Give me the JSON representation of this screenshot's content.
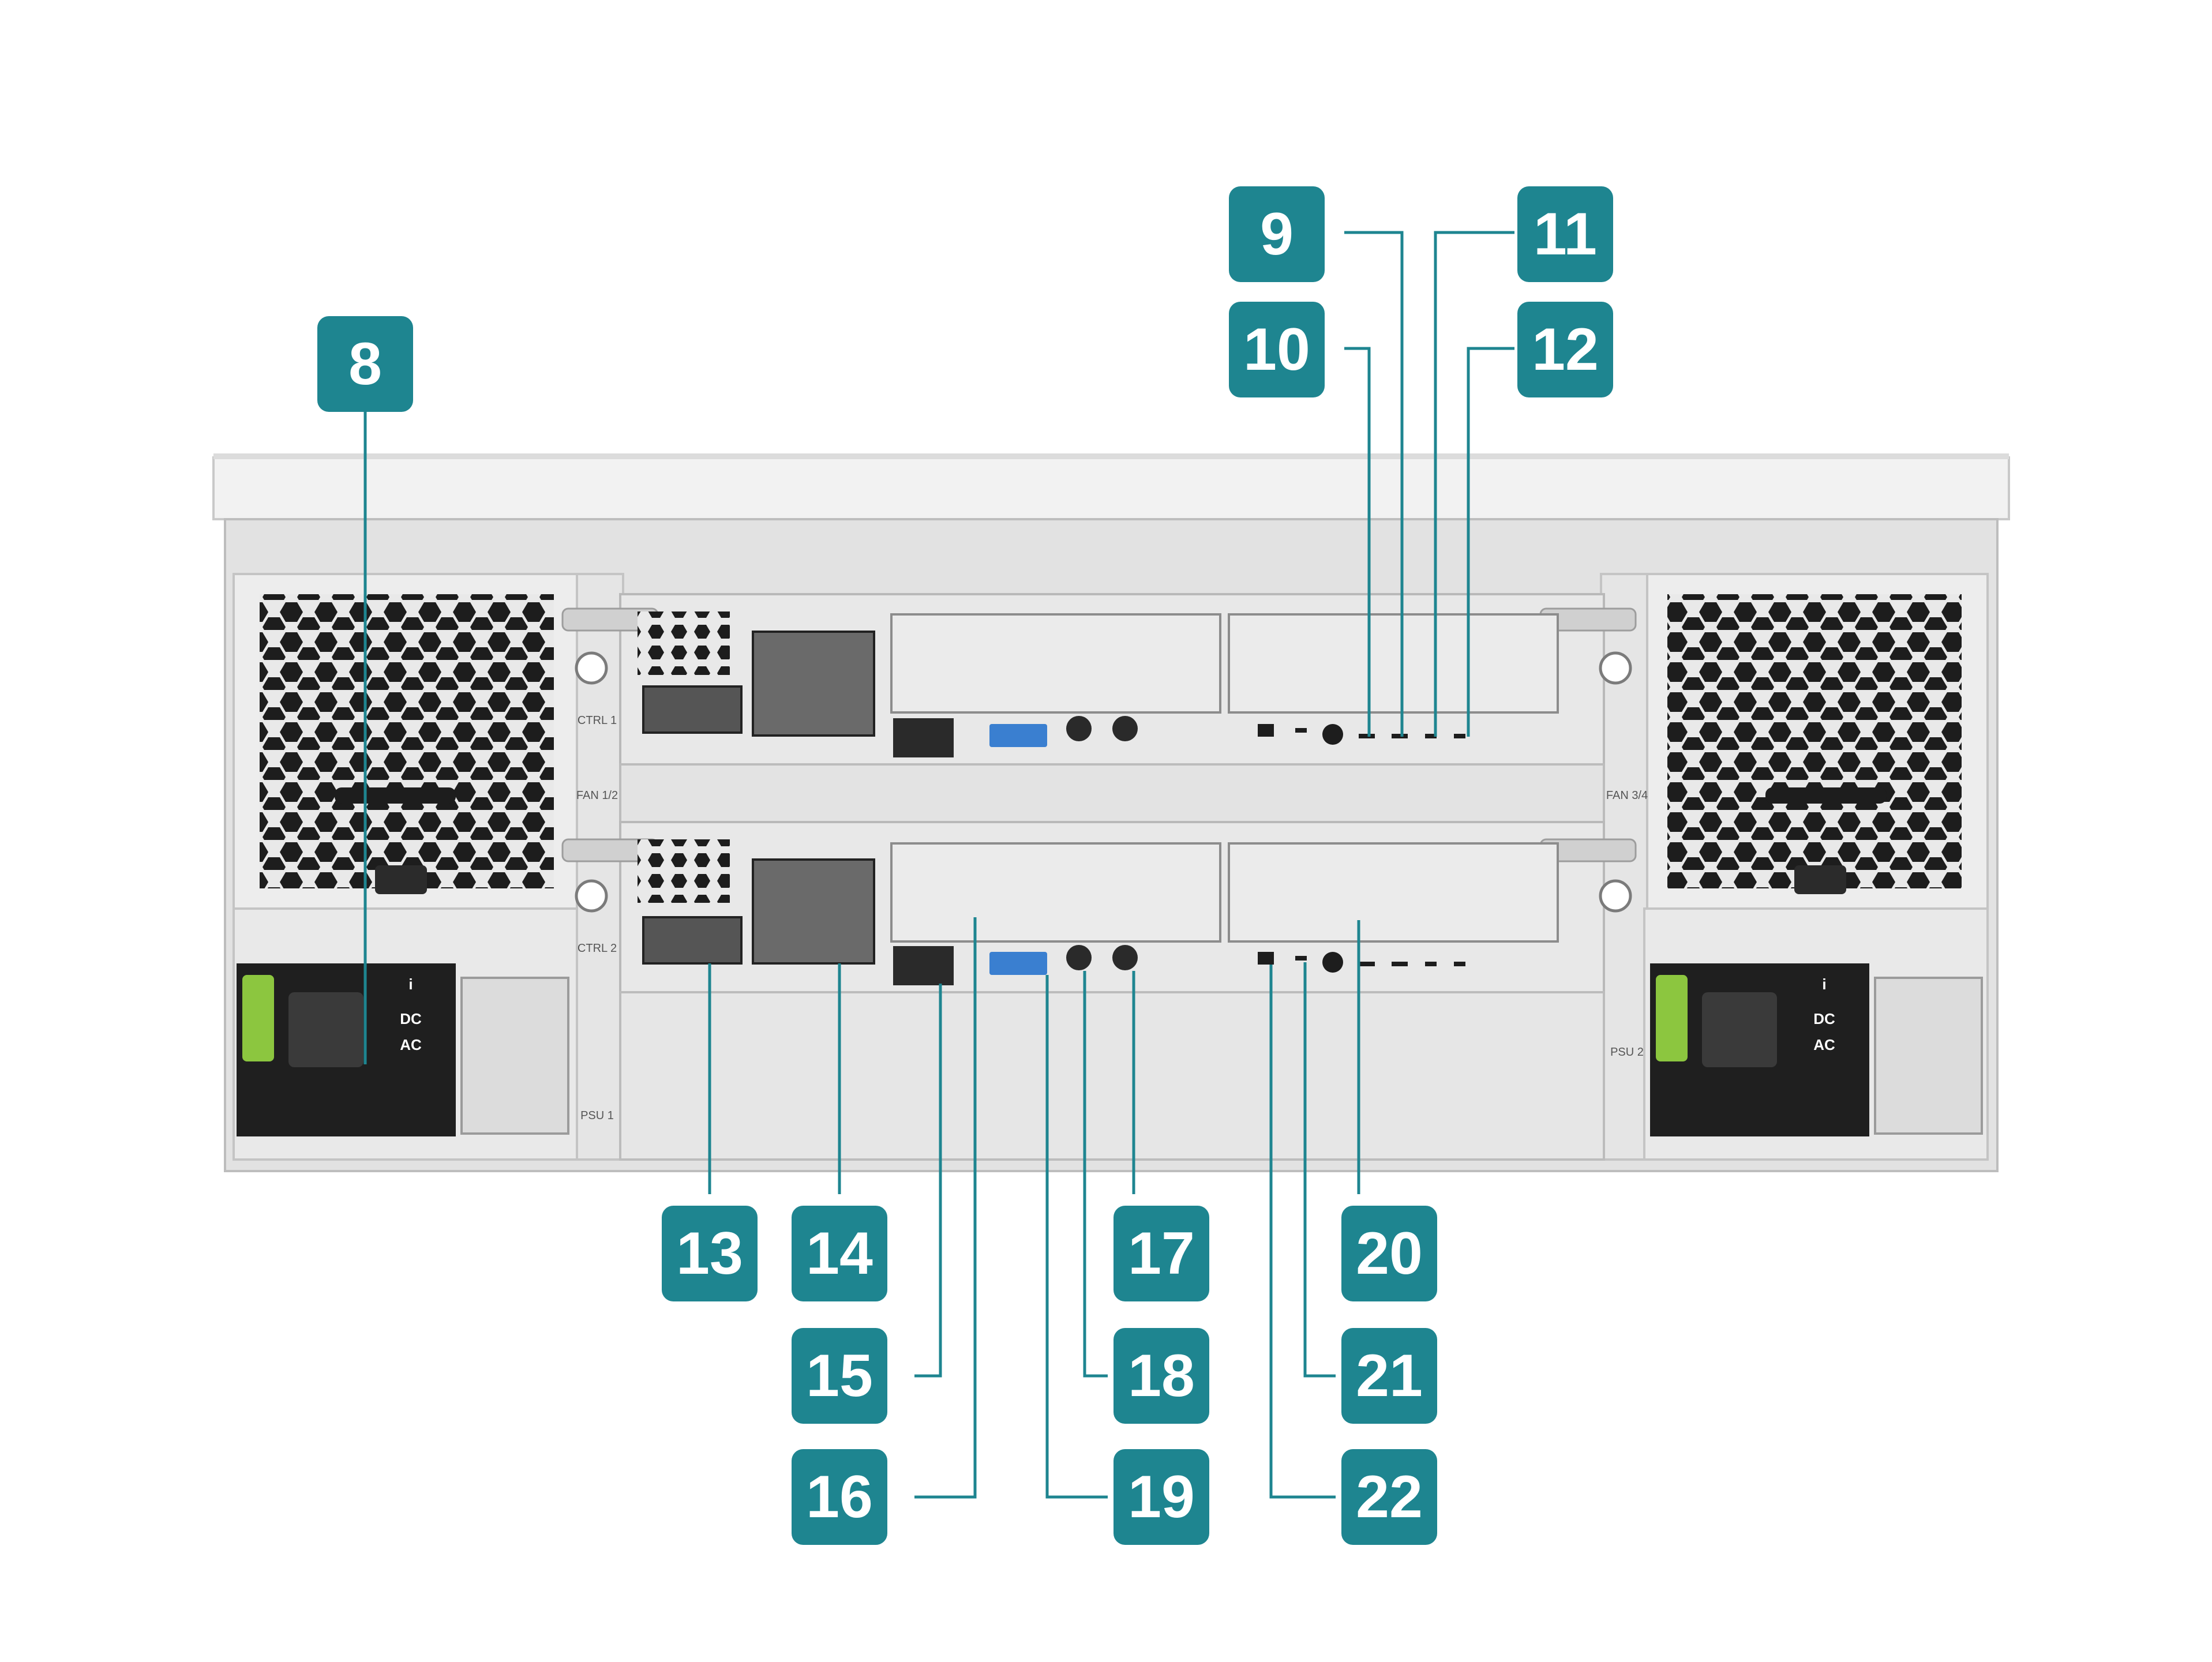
{
  "colors": {
    "badge": "#1e8590",
    "leader": "#1e8590",
    "chassis_light": "#ececec",
    "chassis_mid": "#d6d6d6",
    "chassis_dark": "#9a9a9a",
    "port_dark": "#2a2a2a",
    "usb_blue": "#3a7fd0",
    "latch_green": "#8cc63f"
  },
  "callouts": [
    {
      "id": "8",
      "label": "8"
    },
    {
      "id": "9",
      "label": "9"
    },
    {
      "id": "10",
      "label": "10"
    },
    {
      "id": "11",
      "label": "11"
    },
    {
      "id": "12",
      "label": "12"
    },
    {
      "id": "13",
      "label": "13"
    },
    {
      "id": "14",
      "label": "14"
    },
    {
      "id": "15",
      "label": "15"
    },
    {
      "id": "16",
      "label": "16"
    },
    {
      "id": "17",
      "label": "17"
    },
    {
      "id": "18",
      "label": "18"
    },
    {
      "id": "19",
      "label": "19"
    },
    {
      "id": "20",
      "label": "20"
    },
    {
      "id": "21",
      "label": "21"
    },
    {
      "id": "22",
      "label": "22"
    }
  ],
  "chassis_labels": {
    "ctrl1": "CTRL 1",
    "ctrl2": "CTRL 2",
    "fan12": "FAN 1/2",
    "fan34": "FAN 3/4",
    "psu1": "PSU 1",
    "psu2": "PSU 2",
    "psu_ac": "AC",
    "psu_dc": "DC",
    "psu_info": "i"
  }
}
